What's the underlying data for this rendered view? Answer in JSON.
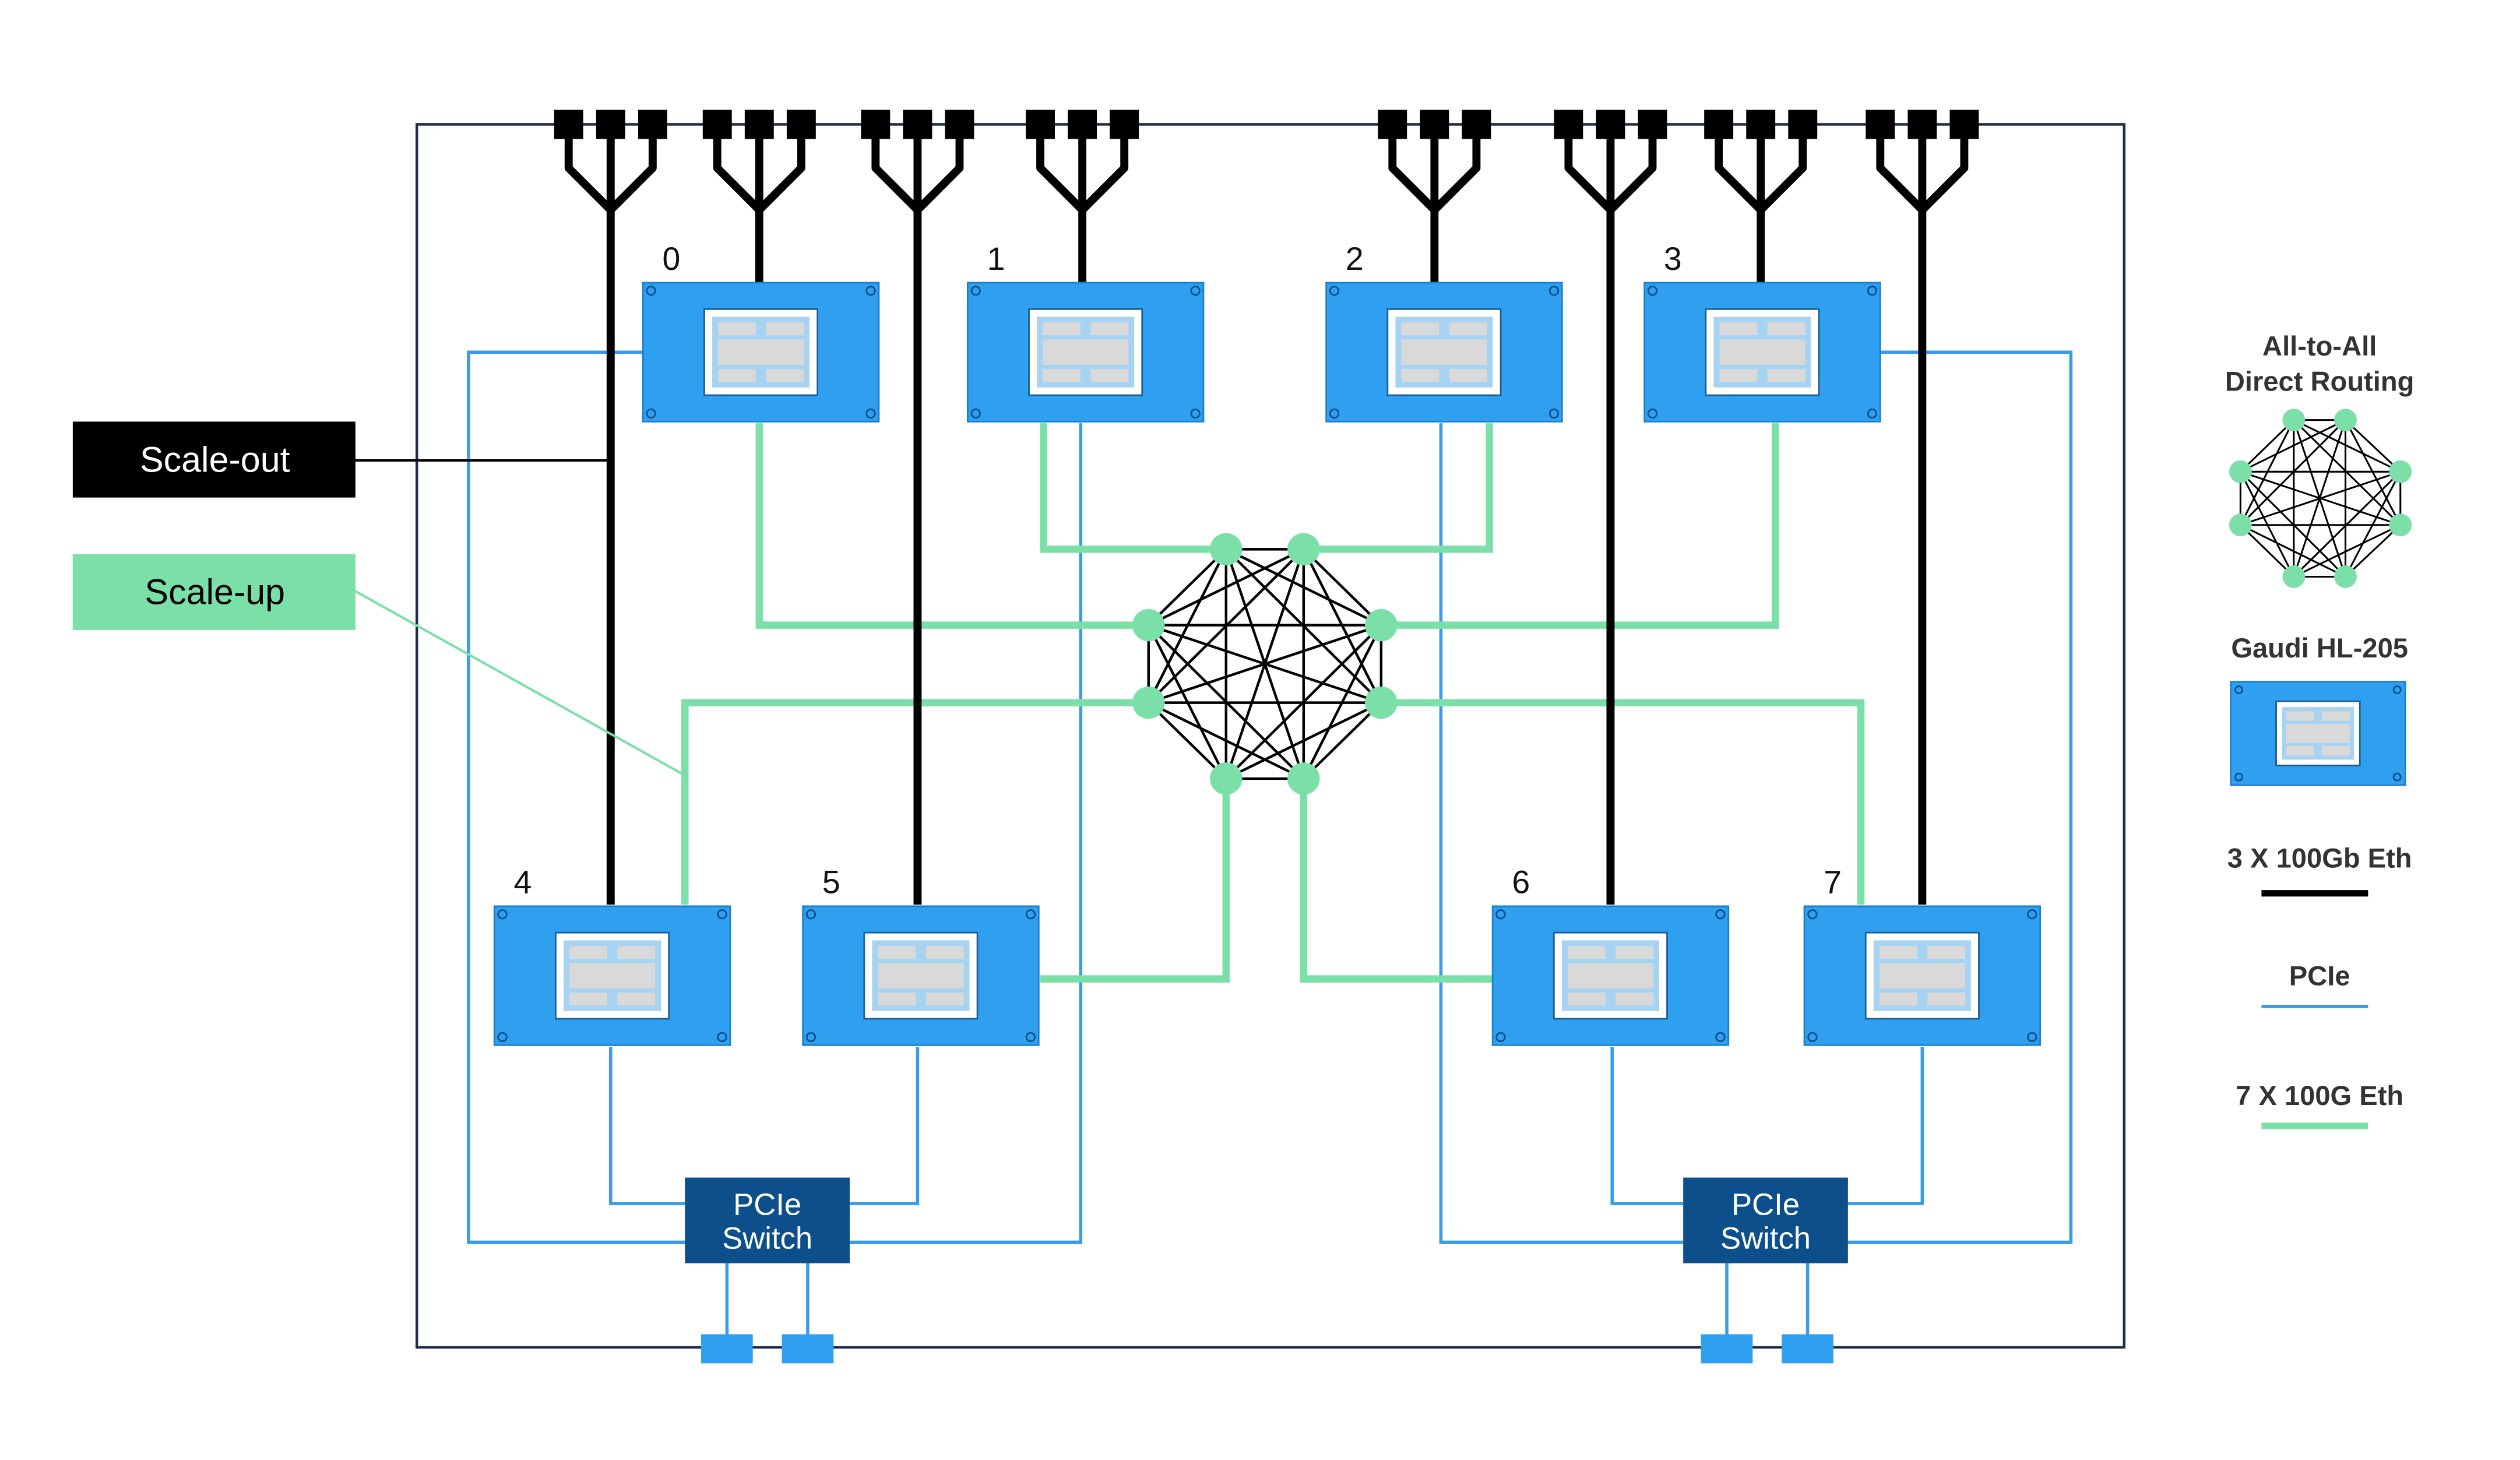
{
  "callouts": {
    "scale_out": "Scale-out",
    "scale_up": "Scale-up"
  },
  "modules": [
    {
      "id": "0"
    },
    {
      "id": "1"
    },
    {
      "id": "2"
    },
    {
      "id": "3"
    },
    {
      "id": "4"
    },
    {
      "id": "5"
    },
    {
      "id": "6"
    },
    {
      "id": "7"
    }
  ],
  "pcie_switch": "PCIe\nSwitch",
  "legend": {
    "all_to_all": "All-to-All\nDirect Routing",
    "gaudi": "Gaudi HL-205",
    "scale_out_link": "3 X 100Gb Eth",
    "pcie_link": "PCIe",
    "scale_up_link": "7 X 100G Eth"
  },
  "colors": {
    "black": "#000000",
    "blue_module": "#2f9ff0",
    "pcie_line": "#3a9be8",
    "pcie_switch": "#0d4f8a",
    "green": "#7be0a8",
    "chip_gray": "#d9d9d9",
    "chip_light_blue": "#a7d3f3"
  }
}
